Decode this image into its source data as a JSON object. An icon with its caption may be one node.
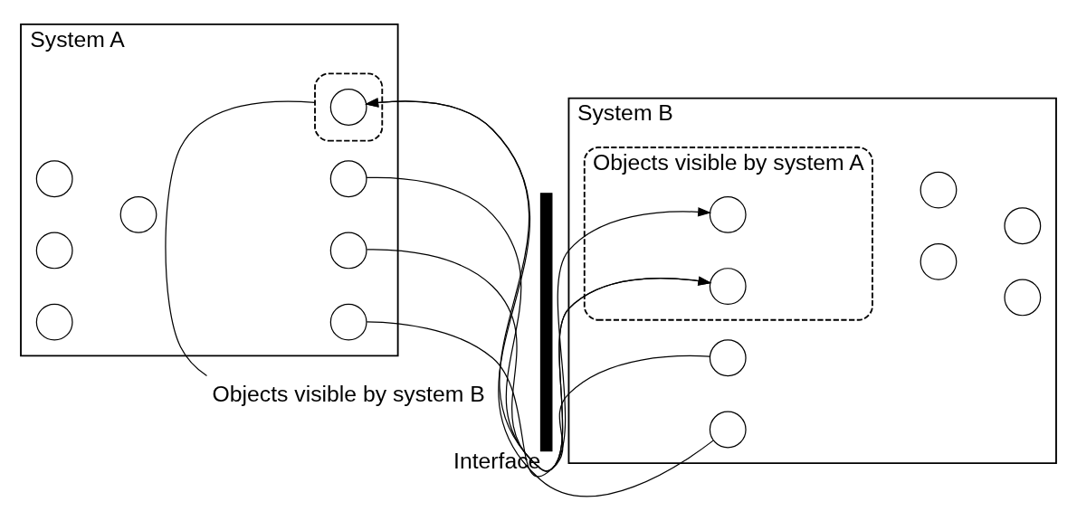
{
  "diagram": {
    "nodes": [
      {
        "text": [
          "System A"
        ]
      },
      {
        "text": [],
        "shape": "circle",
        "in": 0
      },
      {
        "text": [],
        "shape": "circle",
        "in": 0
      },
      {
        "text": [],
        "shape": "circle",
        "in": 0
      },
      {
        "text": [],
        "shape": "circle",
        "in": 0
      },
      {
        "text": [],
        "shape": "circle",
        "in": 0
      },
      {
        "text": [],
        "shape": "circle",
        "in": 0
      },
      {
        "text": [],
        "shape": "circle",
        "in": 0
      },
      {
        "text": [],
        "shape": "box",
        "in": 0
      },
      {
        "text": [],
        "shape": "circle",
        "in": 8
      },
      {
        "text": [],
        "shape": "bar",
        "beside": [
          "Interface"
        ]
      },
      {
        "text": [
          "System B"
        ]
      },
      {
        "text": [
          "Objects visible by system A"
        ],
        "in": 11
      },
      {
        "text": [],
        "shape": "circle",
        "in": 12
      },
      {
        "text": [],
        "shape": "circle",
        "in": 11
      },
      {
        "text": [],
        "shape": "circle",
        "in": 12
      },
      {
        "text": [],
        "shape": "circle",
        "in": 11
      },
      {
        "text": [],
        "shape": "circle",
        "in": 11
      },
      {
        "text": [],
        "shape": "circle",
        "in": 11
      },
      {
        "text": [],
        "shape": "circle",
        "in": 11
      },
      {
        "text": [],
        "shape": "circle",
        "in": 11
      },
      {
        "text": [
          "Objects visible by system B"
        ]
      }
    ],
    "edges": [
      {
        "from": 2,
        "to": 13,
        "arrow": "to"
      },
      {
        "from": 4,
        "to": 15,
        "arrow": "to"
      },
      {
        "from": 6,
        "to": 15,
        "arrow": "to"
      },
      {
        "from": 18,
        "to": 9,
        "arrow": "to"
      },
      {
        "from": 20,
        "to": 9,
        "arrow": "to"
      },
      {
        "from": 21,
        "to": 8,
        "arrow": "none"
      }
    ]
  }
}
